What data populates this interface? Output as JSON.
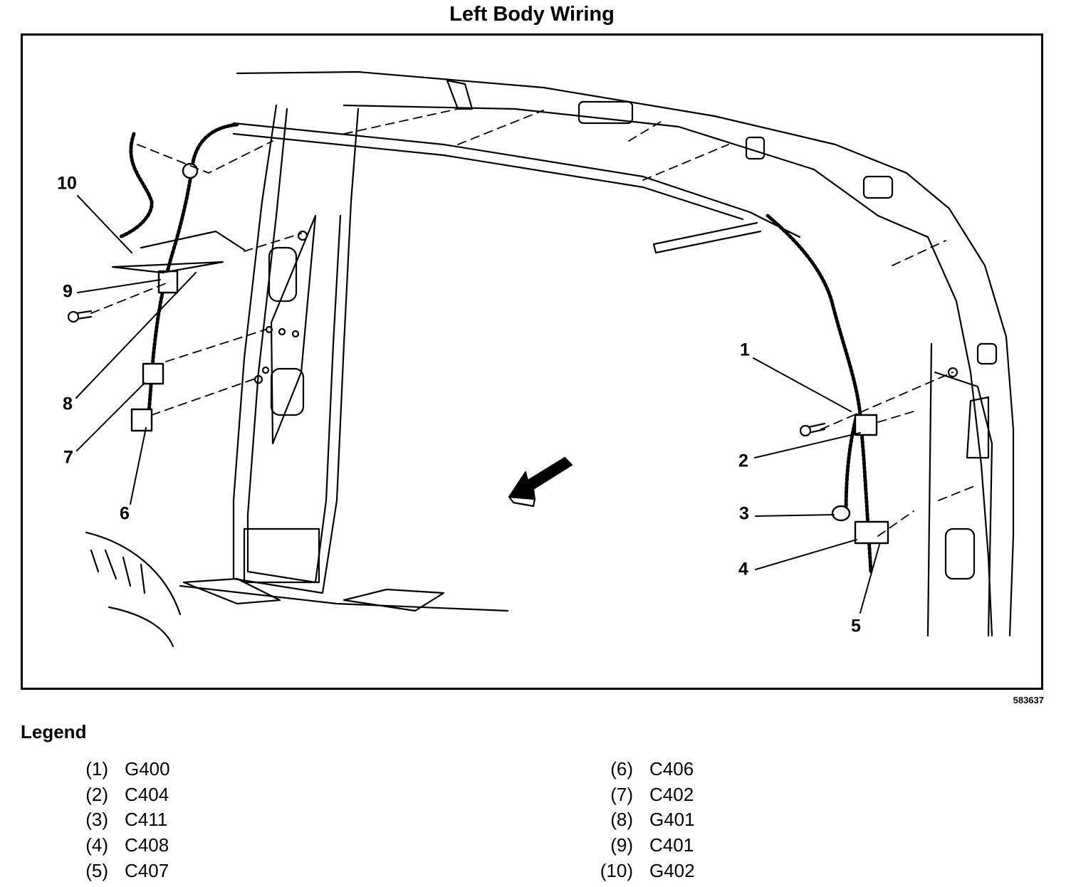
{
  "title": "Left Body Wiring",
  "figure_id": "583637",
  "callouts": [
    "1",
    "2",
    "3",
    "4",
    "5",
    "6",
    "7",
    "8",
    "9",
    "10"
  ],
  "legend": {
    "heading": "Legend",
    "items": [
      {
        "num": "(1)",
        "code": "G400"
      },
      {
        "num": "(2)",
        "code": "C404"
      },
      {
        "num": "(3)",
        "code": "C411"
      },
      {
        "num": "(4)",
        "code": "C408"
      },
      {
        "num": "(5)",
        "code": "C407"
      },
      {
        "num": "(6)",
        "code": "C406"
      },
      {
        "num": "(7)",
        "code": "C402"
      },
      {
        "num": "(8)",
        "code": "G401"
      },
      {
        "num": "(9)",
        "code": "C401"
      },
      {
        "num": "(10)",
        "code": "G402"
      }
    ]
  }
}
